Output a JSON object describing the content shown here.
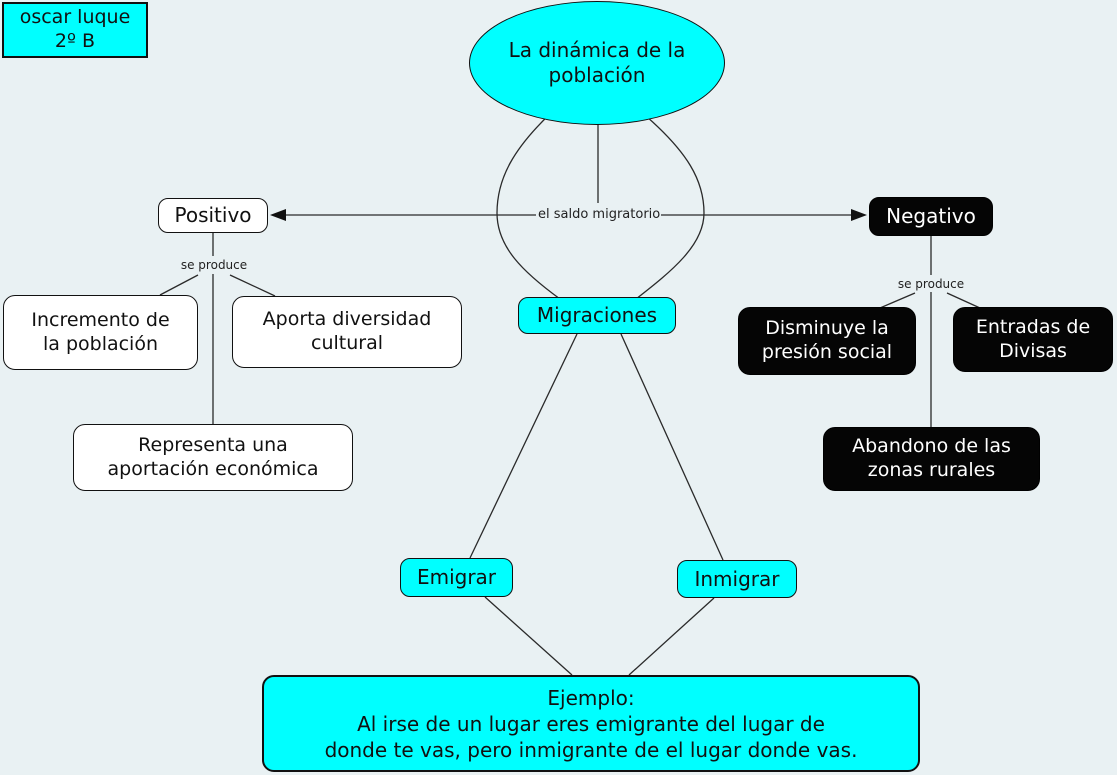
{
  "author_box": {
    "text": "oscar luque\n2º B"
  },
  "root_node": {
    "label": "La dinámica de la\npoblación"
  },
  "linking_phrases": {
    "saldo_migratorio": "el saldo migratorio",
    "se_produce_left": "se produce",
    "se_produce_right": "se produce"
  },
  "nodes": {
    "positivo": "Positivo",
    "negativo": "Negativo",
    "migraciones": "Migraciones",
    "incremento": "Incremento de\nla población",
    "aporta": "Aporta diversidad\ncultural",
    "representa": "Representa una\naportación económica",
    "disminuye": "Disminuye la\npresión social",
    "entradas": "Entradas de\nDivisas",
    "abandono": "Abandono de las\nzonas rurales",
    "emigrar": "Emigrar",
    "inmigrar": "Inmigrar",
    "ejemplo": "Ejemplo:\nAl irse de un lugar eres emigrante del lugar de\ndonde te vas, pero inmigrante de el lugar donde vas."
  },
  "colors": {
    "background": "#e9f1f3",
    "concept_cyan": "#00ffff",
    "concept_black": "#050505",
    "concept_white": "#ffffff",
    "line": "#2a2a2a"
  }
}
